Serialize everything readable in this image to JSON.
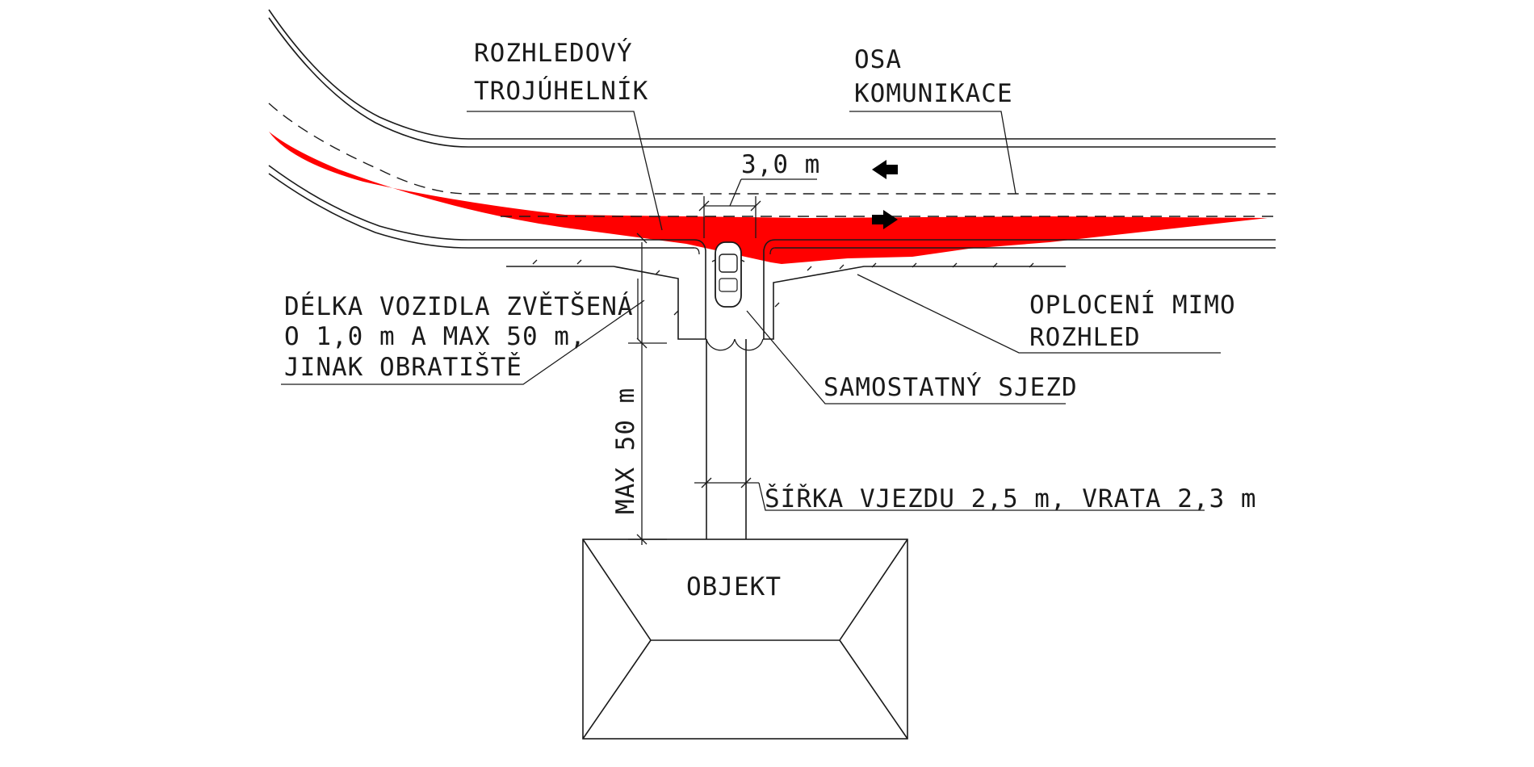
{
  "labels": {
    "sight_triangle": [
      "ROZHLEDOVÝ",
      "TROJÚHELNÍK"
    ],
    "road_axis": [
      "OSA",
      "KOMUNIKACE"
    ],
    "dim_3m": "3,0 m",
    "vehicle_length": [
      "DÉLKA VOZIDLA ZVĚTŠENÁ",
      "O 1,0 m A MAX 50 m,",
      "JINAK OBRATIŠTĚ"
    ],
    "fencing": [
      "OPLOCENÍ MIMO",
      "ROZHLED"
    ],
    "separate_exit": "SAMOSTATNÝ SJEZD",
    "max_50": "MAX 50 m",
    "entrance_width": "ŠÍŘKA VJEZDU 2,5 m, VRATA 2,3 m",
    "building": "OBJEKT"
  },
  "colors": {
    "sight_triangle_fill": "#ff0000",
    "lines": "#1a1a1a",
    "background": "#ffffff"
  },
  "icons": [
    "arrow-left-icon",
    "arrow-right-icon",
    "car-icon"
  ]
}
